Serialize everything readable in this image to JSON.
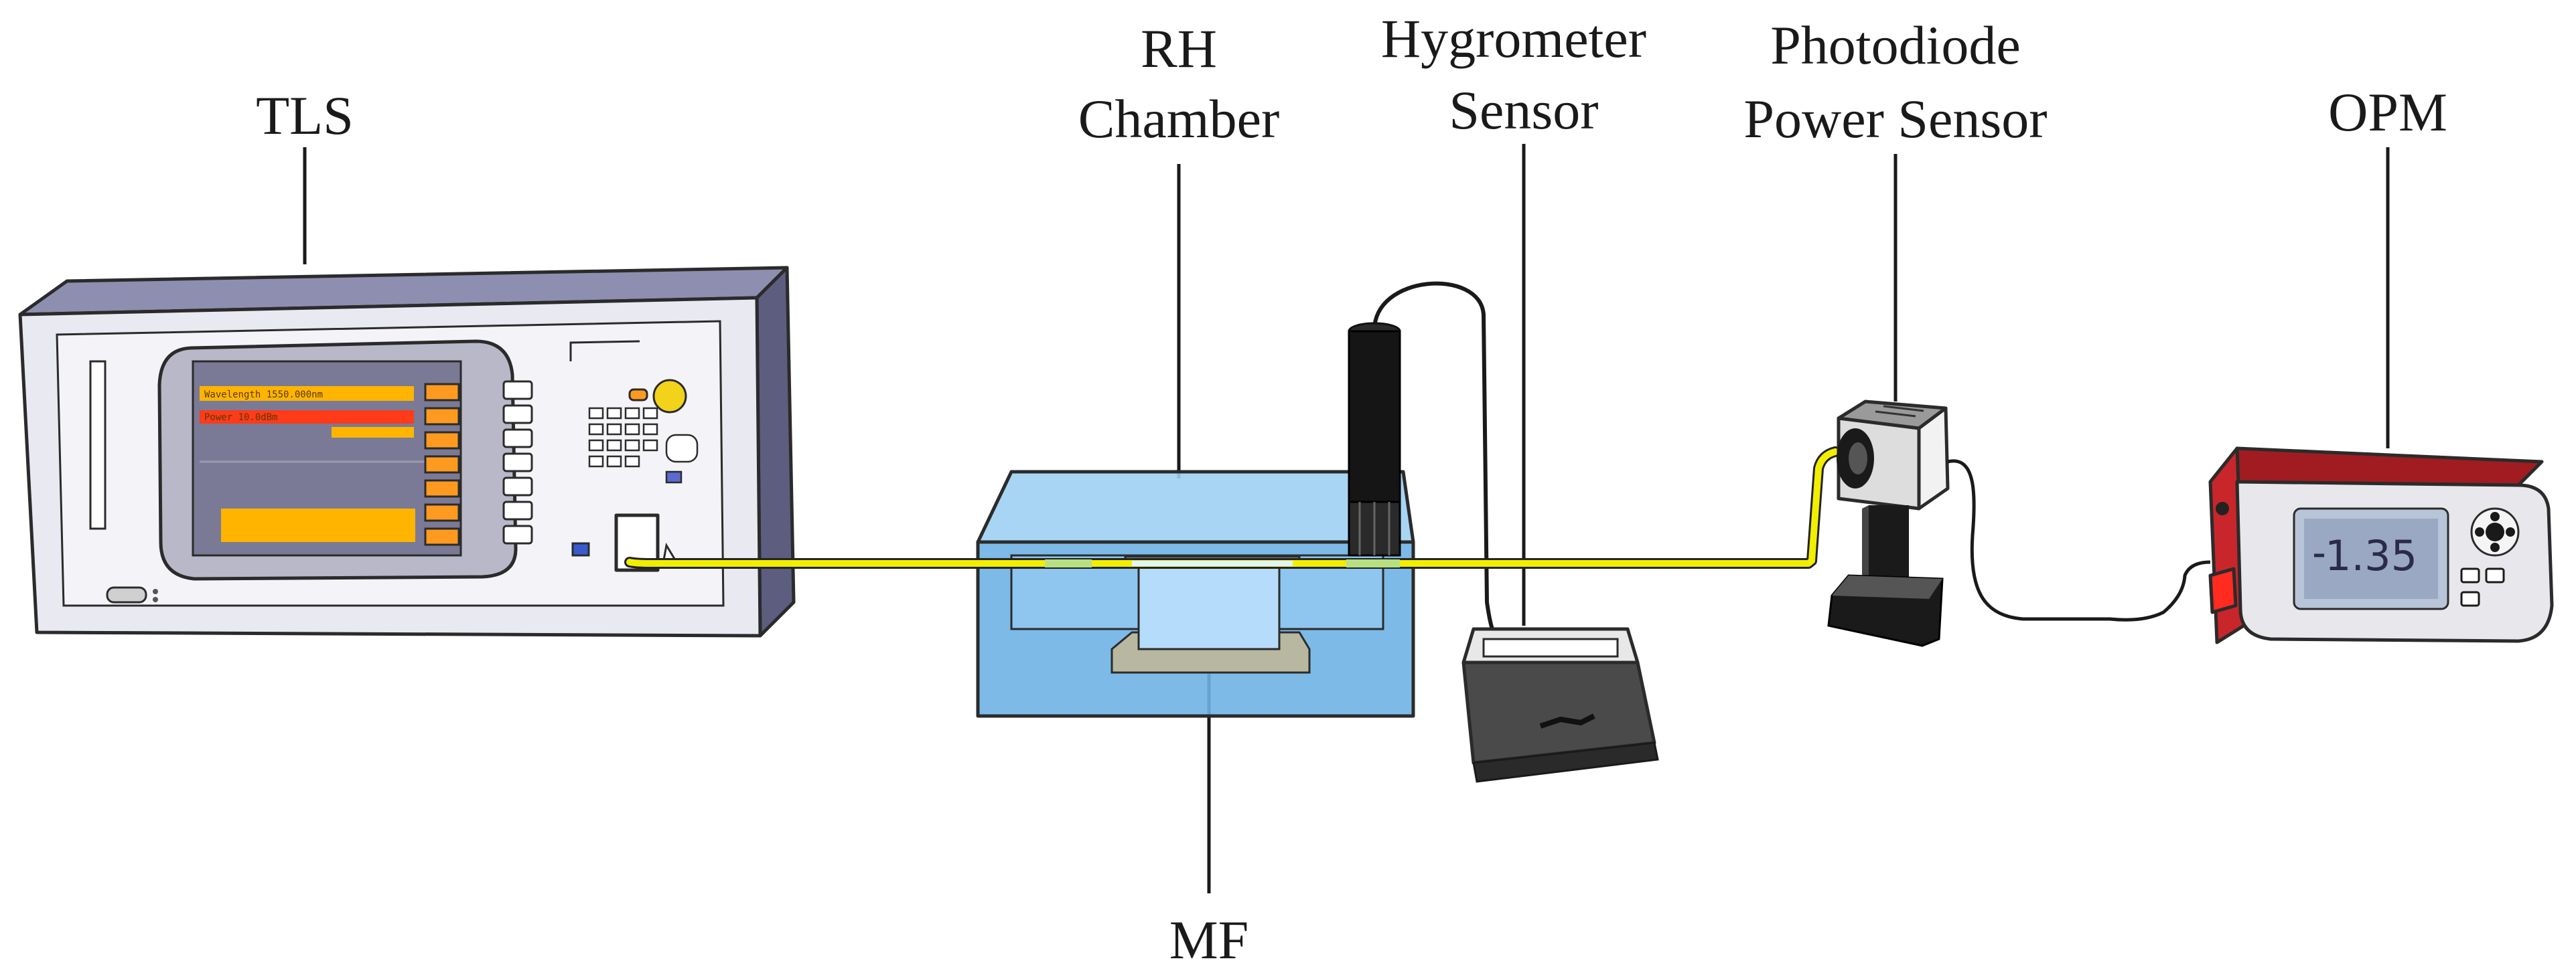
{
  "labels": {
    "tls": "TLS",
    "rh_chamber_line1": "RH",
    "rh_chamber_line2": "Chamber",
    "hygrometer_line1": "Hygrometer",
    "hygrometer_line2": "Sensor",
    "photodiode_line1": "Photodiode",
    "photodiode_line2": "Power Sensor",
    "opm": "OPM",
    "mf": "MF"
  },
  "opm_display": {
    "reading": "1.35"
  },
  "tls_screen": {
    "row1": "Wavelength   1550.000nm",
    "row2": "Power       10.0dBm"
  },
  "colors": {
    "fiber": "#f2ee00",
    "chamber": "#6fb2e6",
    "tls_body": "#e9e9f2",
    "tls_side": "#5d5d80",
    "opm_body": "#c8262b",
    "screen_orange": "#ffb400",
    "screen_red": "#ff3b1a"
  }
}
